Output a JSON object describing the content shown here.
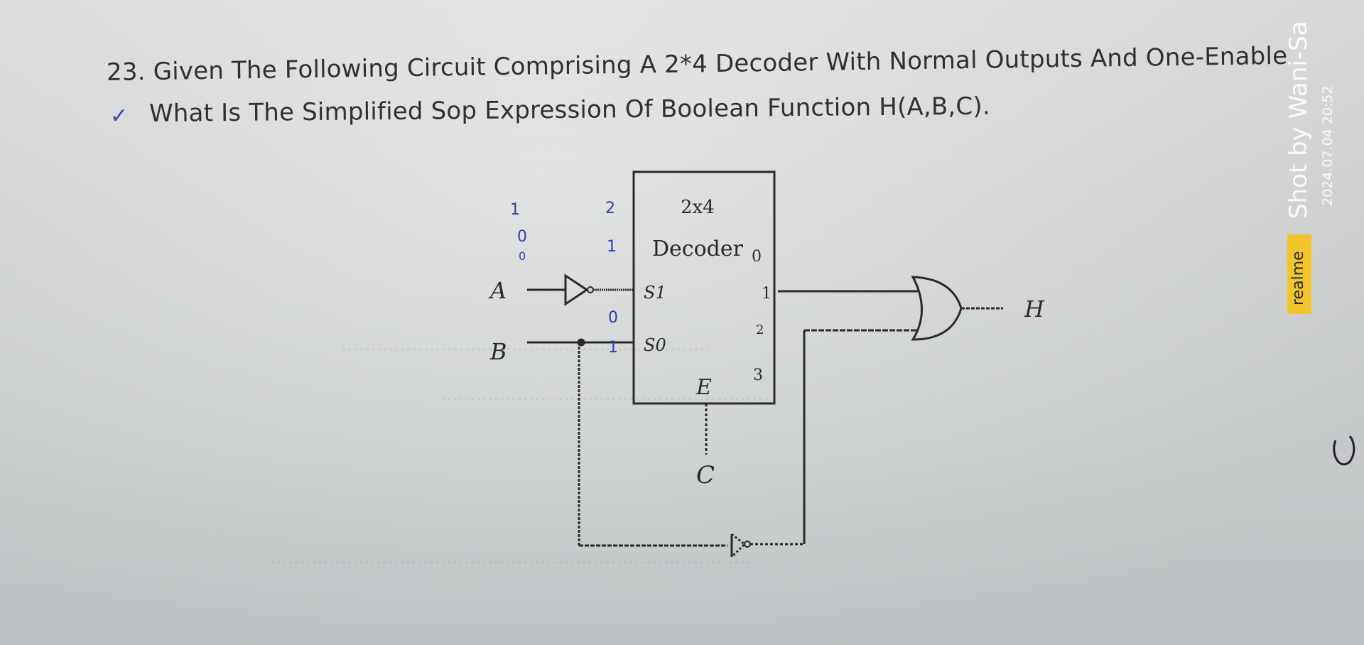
{
  "question": {
    "number": "23.",
    "line1": "Given The Following Circuit Comprising A 2*4 Decoder With Normal Outputs And One-Enable",
    "line2": "What Is The Simplified Sop Expression Of Boolean Function H(A,B,C).",
    "checkmark": "✓"
  },
  "circuit": {
    "decoder_title": "2x4",
    "decoder_label": "Decoder",
    "select_inputs": [
      "S1",
      "S0"
    ],
    "enable_label": "E",
    "outputs": [
      "0",
      "1",
      "2",
      "3"
    ],
    "inputs": [
      "A",
      "B",
      "C"
    ],
    "output_label": "H",
    "gate_type": "OR",
    "input_gate_A": "NOT",
    "feedback_gate": "NOT"
  },
  "handwritten_annotations": [
    "1",
    "0",
    "0",
    "2",
    "1",
    "0",
    "1"
  ],
  "watermark": {
    "shot_by": "Shot by Wani-Sa",
    "datetime": "2024.07.04 20:52",
    "brand": "realme",
    "brand_color": "#f3c52b"
  }
}
